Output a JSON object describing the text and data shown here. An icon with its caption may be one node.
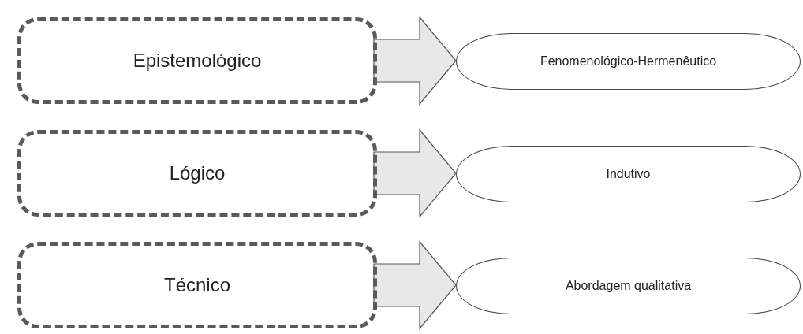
{
  "diagram": {
    "nodes": [
      {
        "text": [
          "Epistemológico"
        ]
      },
      {
        "text": [
          "Fenomenológico-Hermenêutico"
        ]
      },
      {
        "text": [
          "Lógico"
        ]
      },
      {
        "text": [
          "Indutivo"
        ]
      },
      {
        "text": [
          "Técnico"
        ]
      },
      {
        "text": [
          "Abordagem qualitativa"
        ]
      }
    ],
    "edges": [
      {
        "from": 0,
        "to": 1,
        "arrow": "to"
      },
      {
        "from": 2,
        "to": 3,
        "arrow": "to"
      },
      {
        "from": 4,
        "to": 5,
        "arrow": "to"
      }
    ]
  }
}
